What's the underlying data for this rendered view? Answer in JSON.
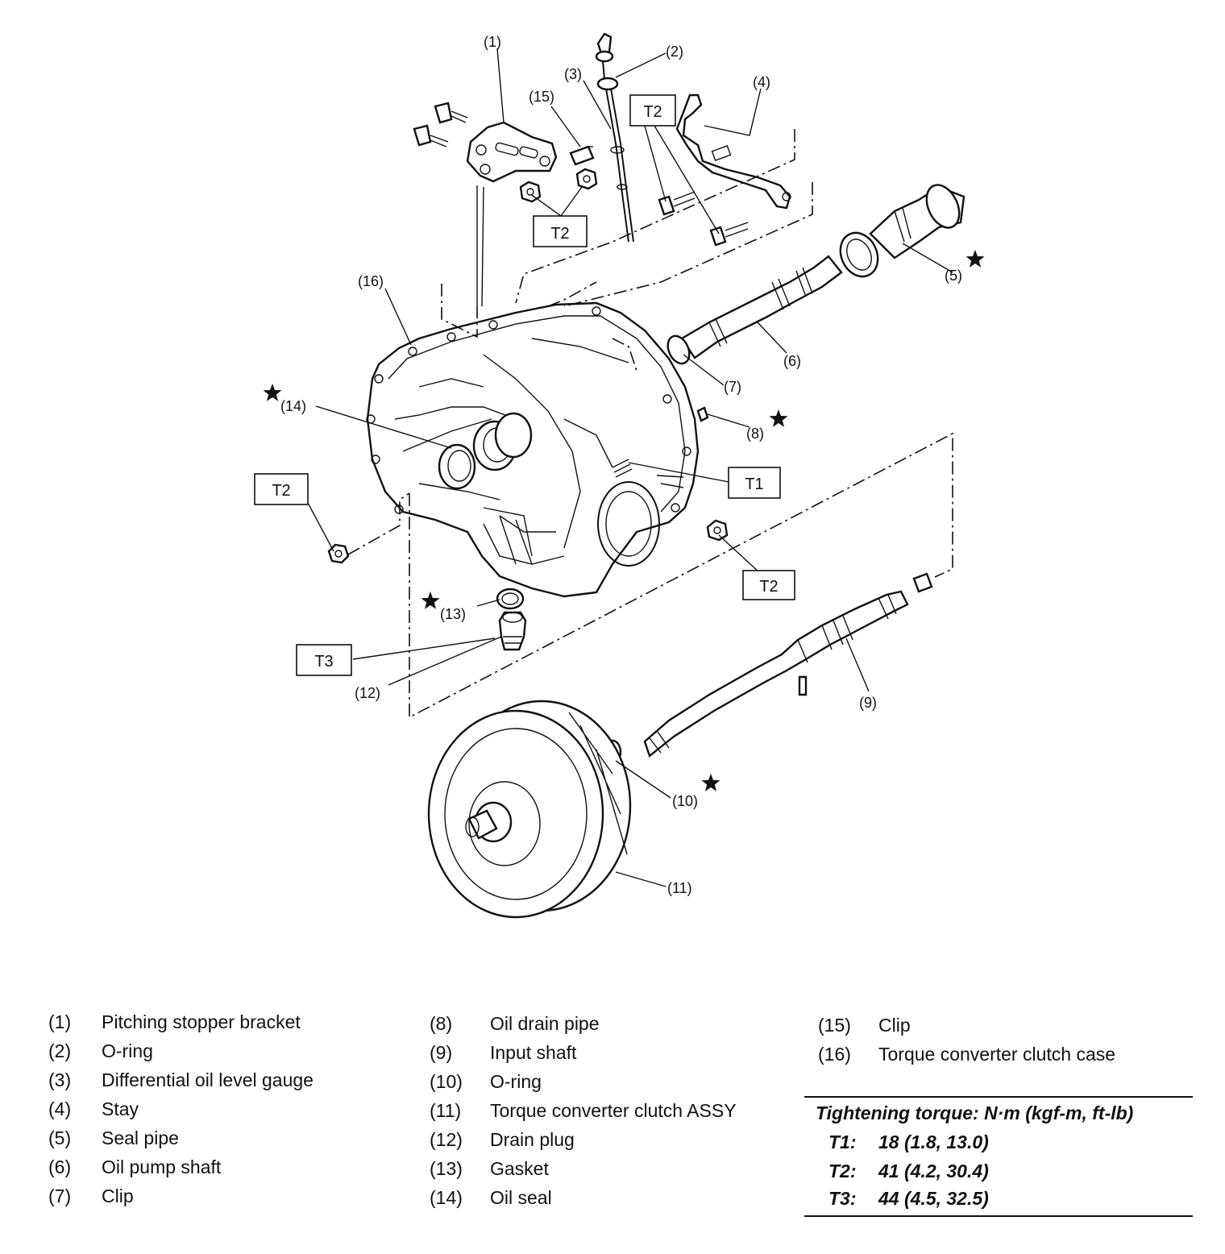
{
  "callouts": {
    "c1": "(1)",
    "c2": "(2)",
    "c3": "(3)",
    "c4": "(4)",
    "c5": "(5)",
    "c6": "(6)",
    "c7": "(7)",
    "c8": "(8)",
    "c9": "(9)",
    "c10": "(10)",
    "c11": "(11)",
    "c12": "(12)",
    "c13": "(13)",
    "c14": "(14)",
    "c15": "(15)",
    "c16": "(16)"
  },
  "torque_boxes": {
    "t2_top_left": "T2",
    "t2_top_center": "T2",
    "t2_left": "T2",
    "t1_right": "T1",
    "t2_right": "T2",
    "t3_bottom": "T3"
  },
  "legend": {
    "col1": [
      {
        "num": "(1)",
        "name": "Pitching stopper bracket"
      },
      {
        "num": "(2)",
        "name": "O-ring"
      },
      {
        "num": "(3)",
        "name": "Differential oil level gauge"
      },
      {
        "num": "(4)",
        "name": "Stay"
      },
      {
        "num": "(5)",
        "name": "Seal pipe"
      },
      {
        "num": "(6)",
        "name": "Oil pump shaft"
      },
      {
        "num": "(7)",
        "name": "Clip"
      }
    ],
    "col2": [
      {
        "num": "(8)",
        "name": "Oil drain pipe"
      },
      {
        "num": "(9)",
        "name": "Input shaft"
      },
      {
        "num": "(10)",
        "name": "O-ring"
      },
      {
        "num": "(11)",
        "name": "Torque converter clutch ASSY"
      },
      {
        "num": "(12)",
        "name": "Drain plug"
      },
      {
        "num": "(13)",
        "name": "Gasket"
      },
      {
        "num": "(14)",
        "name": "Oil seal"
      }
    ],
    "col3": [
      {
        "num": "(15)",
        "name": "Clip"
      },
      {
        "num": "(16)",
        "name": "Torque converter clutch case"
      }
    ]
  },
  "torque_spec": {
    "heading": "Tightening torque: N·m (kgf-m, ft-lb)",
    "rows": [
      {
        "label": "T1:",
        "value": "18 (1.8, 13.0)"
      },
      {
        "label": "T2:",
        "value": "41 (4.2, 30.4)"
      },
      {
        "label": "T3:",
        "value": "44 (4.5, 32.5)"
      }
    ]
  }
}
